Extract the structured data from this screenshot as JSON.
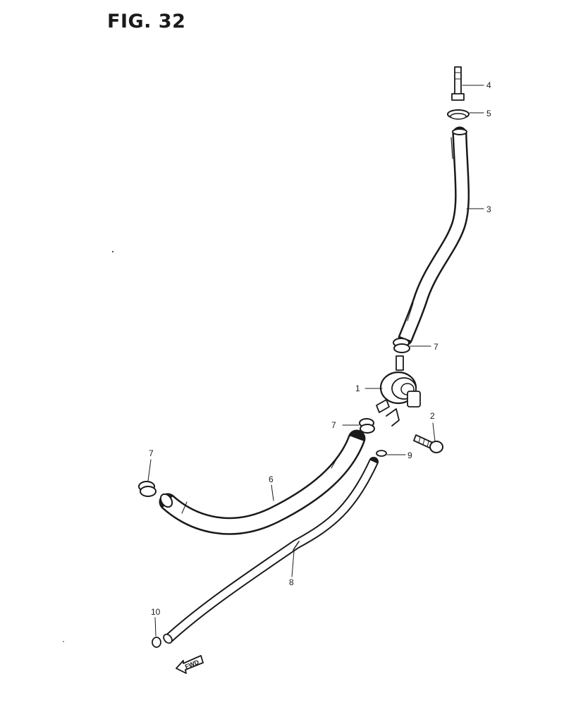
{
  "figure": {
    "title": "FIG. 32",
    "forward_marker": "FWD"
  },
  "callouts": [
    {
      "number": "1"
    },
    {
      "number": "2"
    },
    {
      "number": "3"
    },
    {
      "number": "4"
    },
    {
      "number": "5"
    },
    {
      "number": "6"
    },
    {
      "number": "7"
    },
    {
      "number": "7"
    },
    {
      "number": "7"
    },
    {
      "number": "8"
    },
    {
      "number": "9"
    },
    {
      "number": "10"
    }
  ]
}
